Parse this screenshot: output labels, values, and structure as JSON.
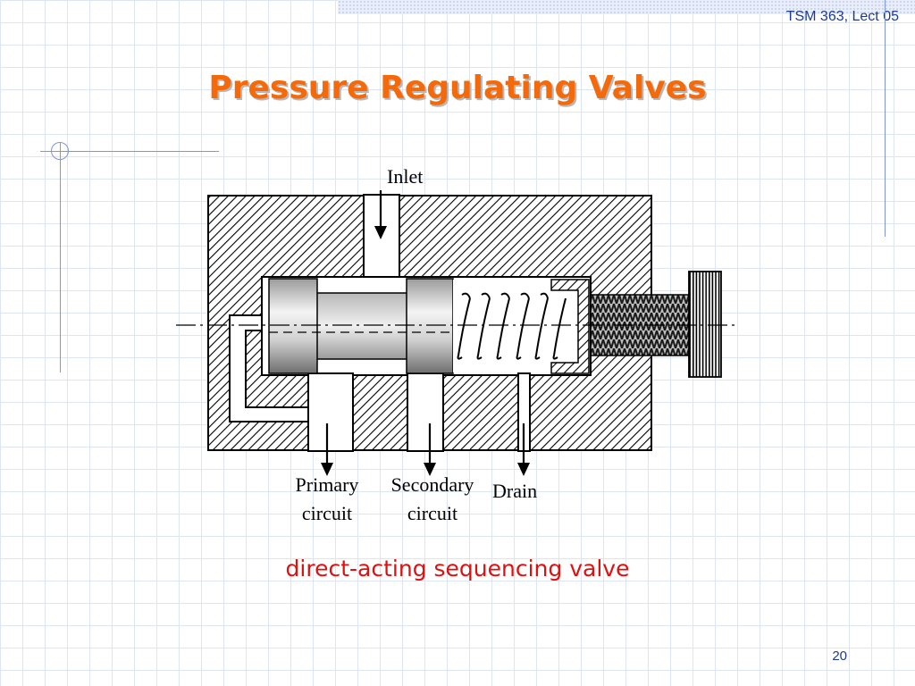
{
  "header": {
    "lecture_tag": "TSM 363, Lect 05",
    "title": "Pressure Regulating Valves"
  },
  "diagram": {
    "labels": {
      "inlet": "Inlet",
      "primary_line1": "Primary",
      "primary_line2": "circuit",
      "secondary_line1": "Secondary",
      "secondary_line2": "circuit",
      "drain": "Drain"
    }
  },
  "caption": "direct-acting sequencing valve",
  "footer": {
    "page_number": "20"
  },
  "colors": {
    "title": "#f46a0a",
    "caption": "#e01010",
    "accent": "#1f3a8f",
    "grid": "#dde4f3"
  },
  "icons": [
    "arrow-down-icon"
  ]
}
